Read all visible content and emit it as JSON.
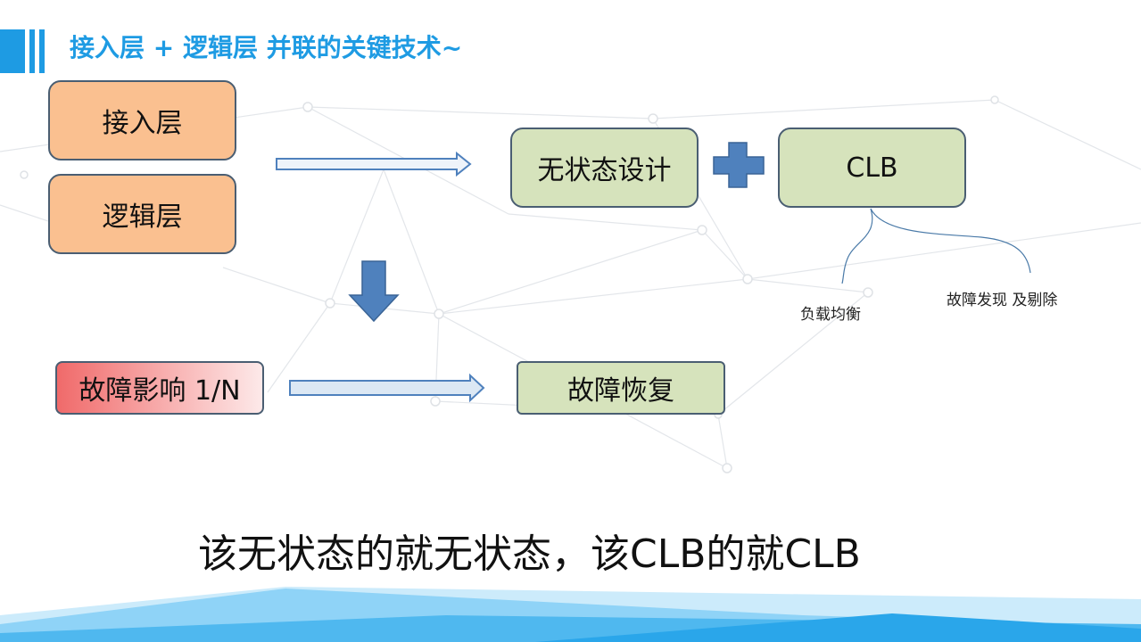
{
  "slide": {
    "title": "接入层 +  逻辑层  并联的关键技术~"
  },
  "layers": {
    "access": "接入层",
    "logic": "逻辑层"
  },
  "solutions": {
    "stateless": "无状态设计",
    "clb": "CLB"
  },
  "clb_features": {
    "load_balancing": "负载均衡",
    "fault_detection": "故障发现 及剔除"
  },
  "impact": {
    "fault_impact": "故障影响 1/N",
    "fault_recovery": "故障恢复"
  },
  "caption": "该无状态的就无状态，该CLB的就CLB",
  "colors": {
    "accent": "#1e9be3",
    "orange_box": "#fac090",
    "green_box": "#d6e3bc",
    "box_border": "#4a5e72",
    "arrow_fill": "#4f81bd",
    "red_box": "#f06a6a"
  }
}
